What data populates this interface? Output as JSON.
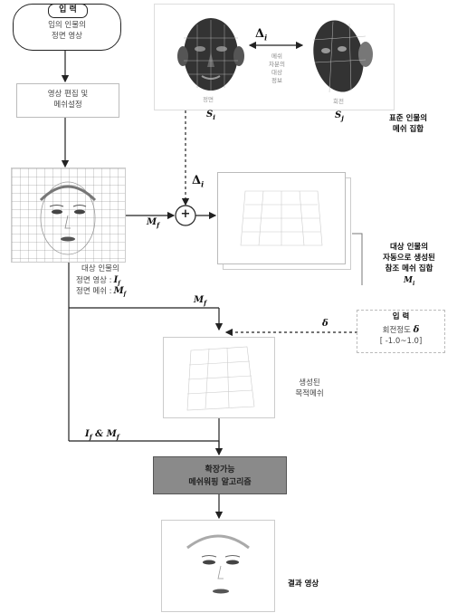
{
  "input_top": {
    "title": "입 력",
    "line1": "임의 인물의",
    "line2": "정면 영상"
  },
  "edit_step": {
    "line1": "영상 편집 및",
    "line2": "메쉬설정"
  },
  "standard": {
    "delta_label": "Δ",
    "delta_sub": "i",
    "caption_line1": "표준 인물의",
    "caption_line2": "메쉬 집합",
    "left_label": "S",
    "left_sub": "i",
    "right_label": "S",
    "right_sub": "j",
    "left_small": "정면",
    "right_small": "회전",
    "vertical_words": [
      "메쉬",
      "차분의",
      "대상",
      "정보"
    ]
  },
  "add_step": {
    "delta_label": "Δ",
    "delta_sub": "i",
    "plus": "+",
    "mf_label": "M",
    "mf_sub": "f"
  },
  "target_mesh": {
    "line1": "대상 인물의",
    "line2": "자동으로 생성된",
    "line3": "참조 메쉬 집합",
    "mi_label": "M",
    "mi_sub": "i"
  },
  "target_person": {
    "line1": "대상 인물의",
    "line2_text": "정면 영상 :",
    "line2_sym": "I",
    "line2_sub": "f",
    "line3_text": "정면 메쉬 :",
    "line3_sym": "M",
    "line3_sub": "f",
    "mf_label": "M",
    "mf_sub": "f"
  },
  "input_rotation": {
    "title": "입 력",
    "line1_text": "회전정도",
    "line1_sym": "δ",
    "line2": "[ -1.0~1.0]",
    "delta_label": "δ"
  },
  "generated": {
    "line1": "생성된",
    "line2": "목적메쉬"
  },
  "combo": {
    "text": "I",
    "sub": "f",
    "amp": " & ",
    "text2": "M",
    "sub2": "f"
  },
  "algorithm": {
    "line1": "확장가능",
    "line2": "메쉬워핑 알고리즘"
  },
  "result": {
    "label": "결과 영상"
  }
}
